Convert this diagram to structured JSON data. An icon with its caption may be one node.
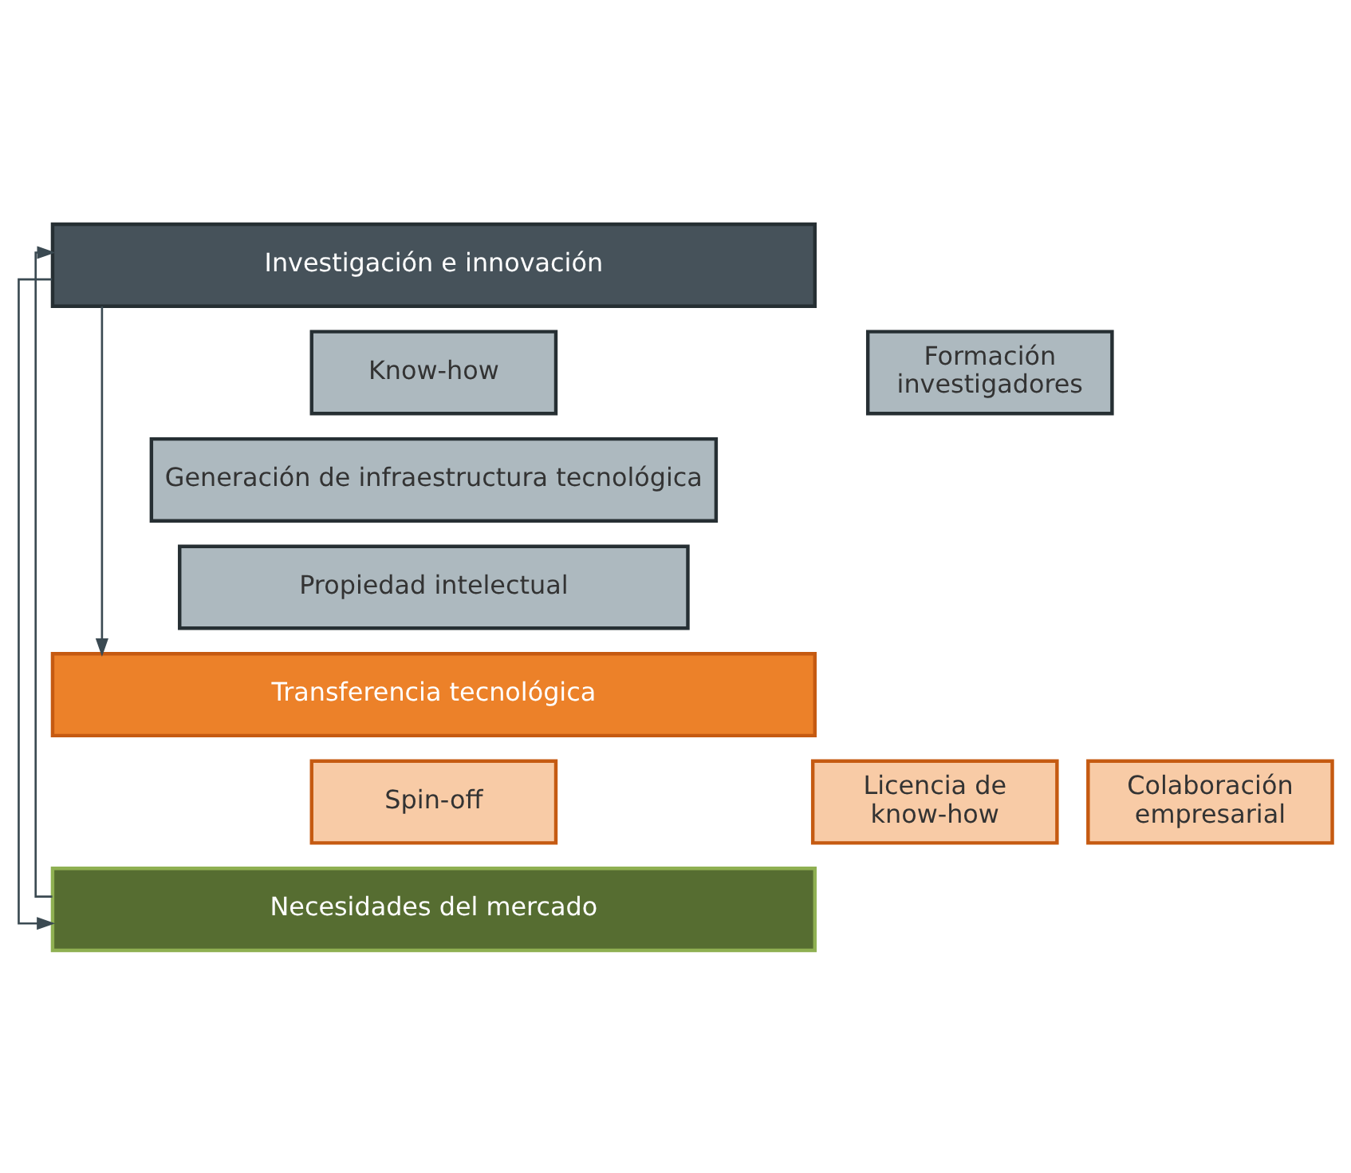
{
  "diagram": {
    "nodes": [
      {
        "text": [
          "Investigación e innovación"
        ]
      },
      {
        "text": [
          "Know-how"
        ]
      },
      {
        "text": [
          "Formación investigadores"
        ]
      },
      {
        "text": [
          "Generación de infraestructura tecnológica"
        ]
      },
      {
        "text": [
          "Propiedad intelectual"
        ]
      },
      {
        "text": [
          "Transferencia tecnológica"
        ]
      },
      {
        "text": [
          "Spin-off"
        ]
      },
      {
        "text": [
          "Licencia de know-how"
        ]
      },
      {
        "text": [
          "Colaboración empresarial"
        ]
      },
      {
        "text": [
          "Necesidades del mercado"
        ]
      }
    ],
    "edges": [
      {
        "from": 0,
        "to": 5,
        "arrow": "to"
      },
      {
        "from": 0,
        "to": 9,
        "arrow": "to"
      },
      {
        "from": 9,
        "to": 0,
        "arrow": "to"
      }
    ]
  }
}
